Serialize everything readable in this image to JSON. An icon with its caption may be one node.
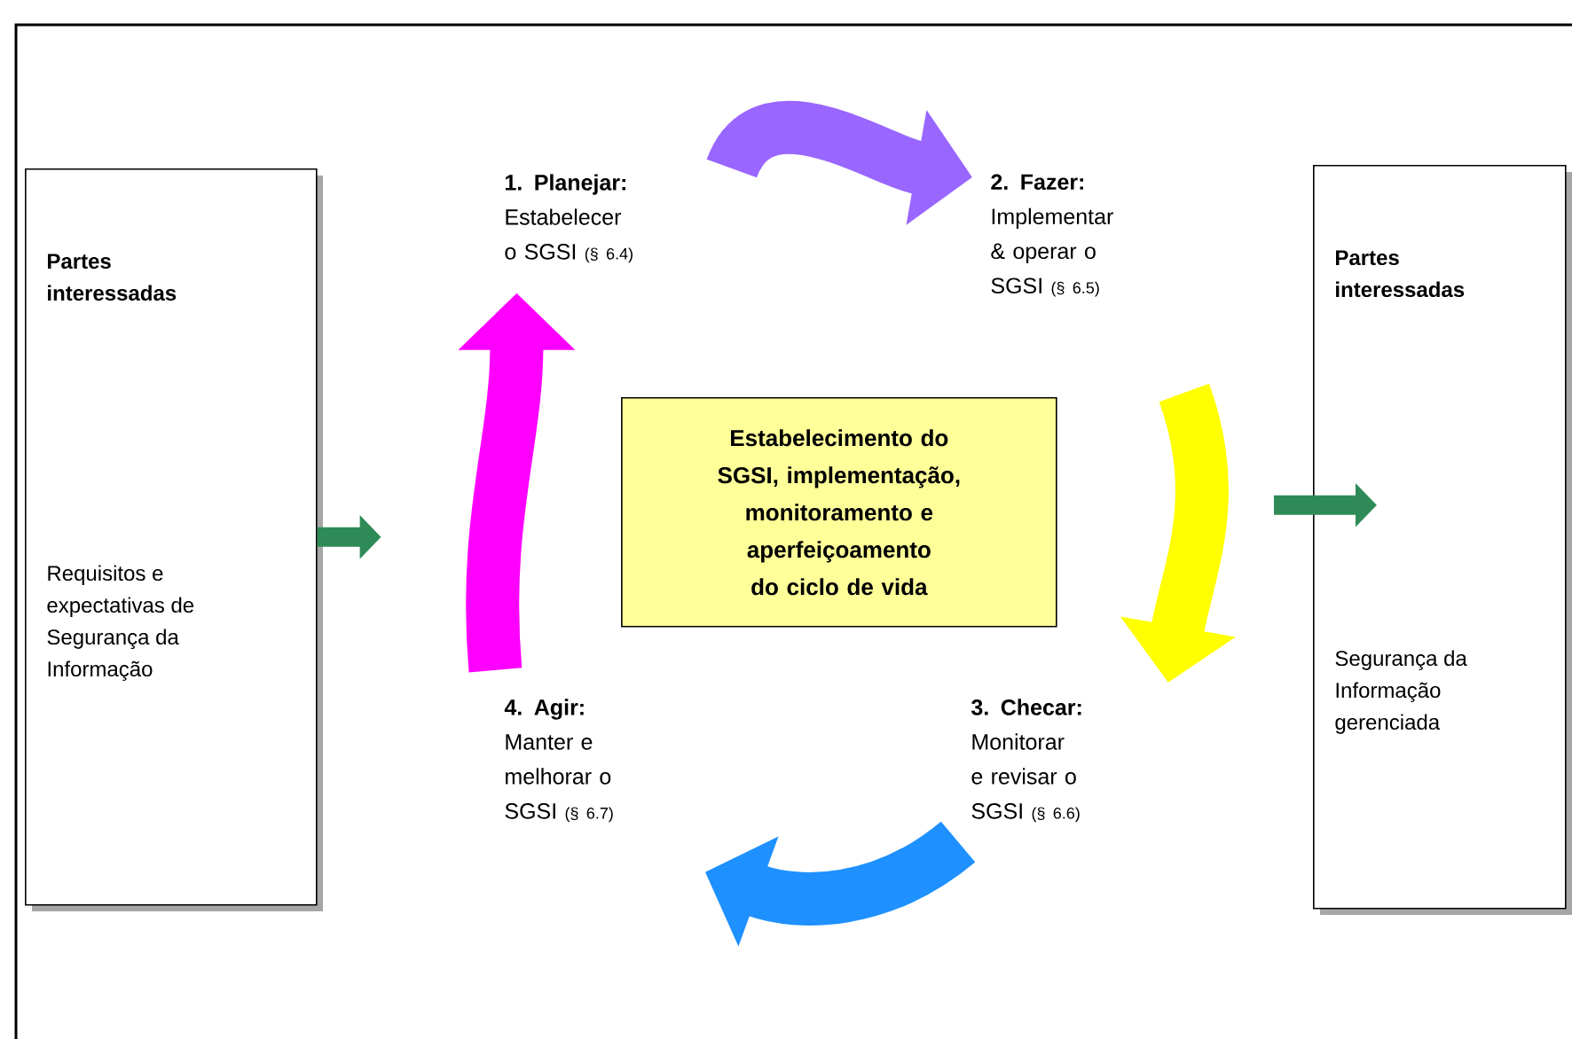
{
  "diagram": {
    "nodes": [
      {
        "text": [
          "Partes interessadas",
          "Requisitos e expectativas de Segurança da Informação"
        ]
      },
      {
        "text": [
          "Partes interessadas",
          "Segurança da Informação gerenciada"
        ]
      },
      {
        "text": [
          "Estabelecimento do SGSI, implementação, monitoramento e aperfeiçoamento do ciclo de vida"
        ]
      },
      {
        "text": [
          "1. Planejar:",
          "Estabelecer o SGSI",
          "(§ 6.4)"
        ]
      },
      {
        "text": [
          "2. Fazer:",
          "Implementar & operar o SGSI",
          "(§ 6.5)"
        ]
      },
      {
        "text": [
          "3. Checar:",
          "Monitorar e revisar o SGSI",
          "(§ 6.6)"
        ]
      },
      {
        "text": [
          "4. Agir:",
          "Manter e melhorar o SGSI",
          "(§ 6.7)"
        ]
      }
    ],
    "edges": [
      {
        "from": 0,
        "to": null,
        "arrow": "to",
        "color": "#2e8b57"
      },
      {
        "from": null,
        "to": 1,
        "arrow": "to",
        "color": "#2e8b57"
      },
      {
        "from": 3,
        "to": 4,
        "arrow": "to",
        "color": "#9966ff"
      },
      {
        "from": 4,
        "to": 5,
        "arrow": "to",
        "color": "#ffff00"
      },
      {
        "from": 5,
        "to": 6,
        "arrow": "to",
        "color": "#1e90ff"
      },
      {
        "from": 6,
        "to": 3,
        "arrow": "to",
        "color": "#ff00ff"
      }
    ]
  }
}
